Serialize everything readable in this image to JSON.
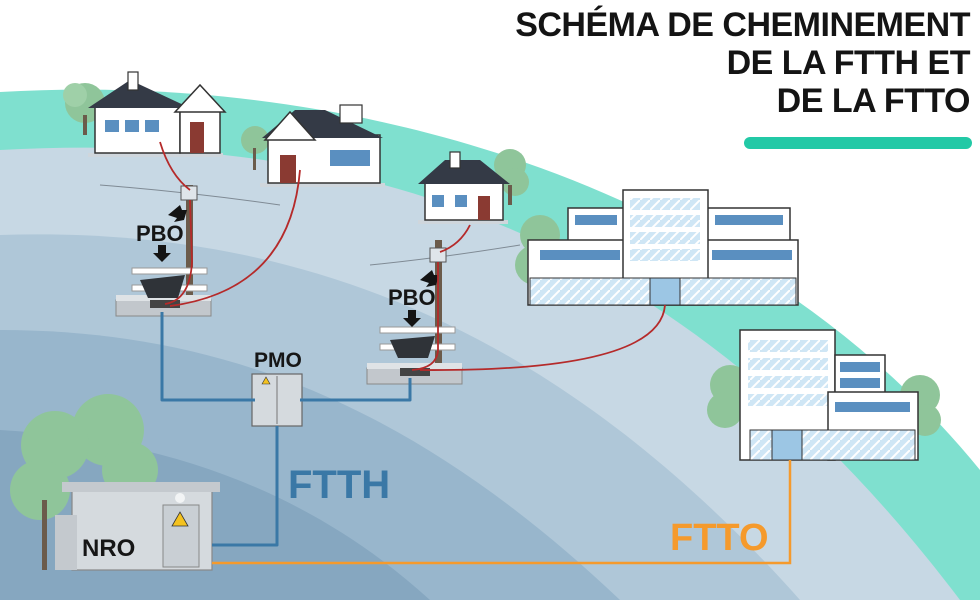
{
  "title": {
    "line1": "SCHÉMA DE CHEMINEMENT",
    "line2": "DE LA FTTH ET",
    "line3": "DE LA FTTO"
  },
  "labels": {
    "pbo_left": "PBO",
    "pbo_right": "PBO",
    "pmo": "PMO",
    "nro": "NRO",
    "ftth": "FTTH",
    "ftto": "FTTO"
  },
  "colors": {
    "accent": "#22c9a6",
    "ftth": "#3a78a6",
    "ftto": "#f59a2c",
    "fiber_red": "#b52a2a",
    "title": "#141414"
  }
}
